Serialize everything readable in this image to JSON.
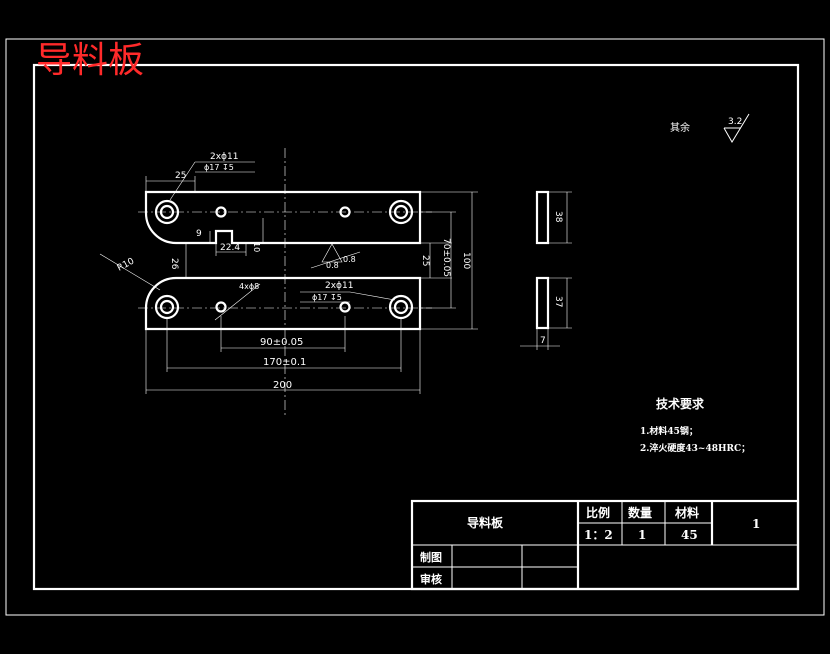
{
  "title_overlay": "导料板",
  "roughness": {
    "note": "其余",
    "value": "3.2"
  },
  "dimensions": {
    "d1": "2xϕ11",
    "d2": "ϕ17 ↧5",
    "d3": "25",
    "d4": "9",
    "d5": "22.4",
    "d6": "10",
    "d7": "26",
    "d8": "R10",
    "d9": "4xϕ8",
    "d10": "2xϕ11",
    "d11": "ϕ17 ↧5",
    "d12": "0.8",
    "d13": "0.8",
    "d14": "25",
    "d15": "70±0.05",
    "d16": "100",
    "d17": "90±0.05",
    "d18": "170±0.1",
    "d19": "200",
    "d20": "38",
    "d21": "37",
    "d22": "7"
  },
  "tech_req": {
    "title": "技术要求",
    "items": [
      "1.材料45钢；",
      "2.淬火硬度43~48HRC；"
    ]
  },
  "title_block": {
    "part_name": "导料板",
    "h_scale": "比例",
    "h_qty": "数量",
    "h_material": "材料",
    "scale": "1：2",
    "qty": "1",
    "material": "45",
    "sheet": "1",
    "drawn": "制图",
    "checked": "审核"
  }
}
